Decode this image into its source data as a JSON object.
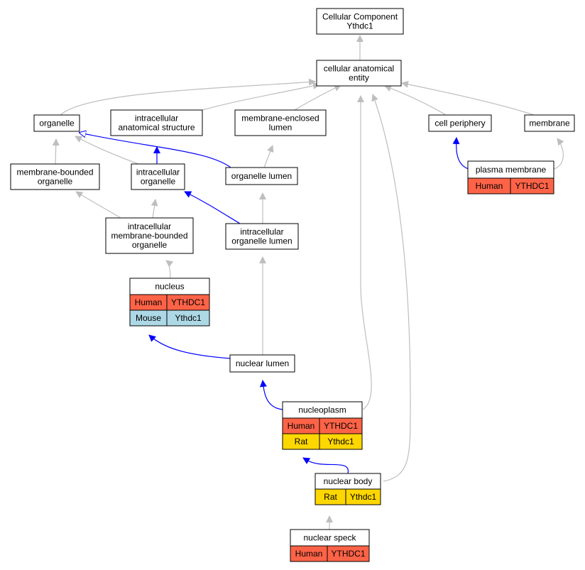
{
  "colors": {
    "human": "#ff6347",
    "mouse": "#add8e6",
    "rat": "#ffd700",
    "gray_edge": "#bebebe",
    "blue_edge": "#0000ff"
  },
  "nodes": {
    "root": {
      "lines": [
        "Cellular Component",
        "Ythdc1"
      ]
    },
    "cae": {
      "lines": [
        "cellular anatomical",
        "entity"
      ]
    },
    "organelle": {
      "lines": [
        "organelle"
      ]
    },
    "ias": {
      "lines": [
        "intracellular",
        "anatomical structure"
      ]
    },
    "mel": {
      "lines": [
        "membrane-enclosed",
        "lumen"
      ]
    },
    "cellper": {
      "lines": [
        "cell periphery"
      ]
    },
    "membrane": {
      "lines": [
        "membrane"
      ]
    },
    "mbo": {
      "lines": [
        "membrane-bounded",
        "organelle"
      ]
    },
    "io": {
      "lines": [
        "intracellular",
        "organelle"
      ]
    },
    "ol": {
      "lines": [
        "organelle lumen"
      ]
    },
    "pm": {
      "lines": [
        "plasma membrane"
      ],
      "rows": [
        {
          "species": "Human",
          "gene": "YTHDC1",
          "color": "human"
        }
      ]
    },
    "imbo": {
      "lines": [
        "intracellular",
        "membrane-bounded",
        "organelle"
      ]
    },
    "iol": {
      "lines": [
        "intracellular",
        "organelle lumen"
      ]
    },
    "nucleus": {
      "lines": [
        "nucleus"
      ],
      "rows": [
        {
          "species": "Human",
          "gene": "YTHDC1",
          "color": "human"
        },
        {
          "species": "Mouse",
          "gene": "Ythdc1",
          "color": "mouse"
        }
      ]
    },
    "nl": {
      "lines": [
        "nuclear lumen"
      ]
    },
    "np": {
      "lines": [
        "nucleoplasm"
      ],
      "rows": [
        {
          "species": "Human",
          "gene": "YTHDC1",
          "color": "human"
        },
        {
          "species": "Rat",
          "gene": "Ythdc1",
          "color": "rat"
        }
      ]
    },
    "nb": {
      "lines": [
        "nuclear body"
      ],
      "rows": [
        {
          "species": "Rat",
          "gene": "Ythdc1",
          "color": "rat"
        }
      ]
    },
    "ns": {
      "lines": [
        "nuclear speck"
      ],
      "rows": [
        {
          "species": "Human",
          "gene": "YTHDC1",
          "color": "human"
        }
      ]
    }
  }
}
